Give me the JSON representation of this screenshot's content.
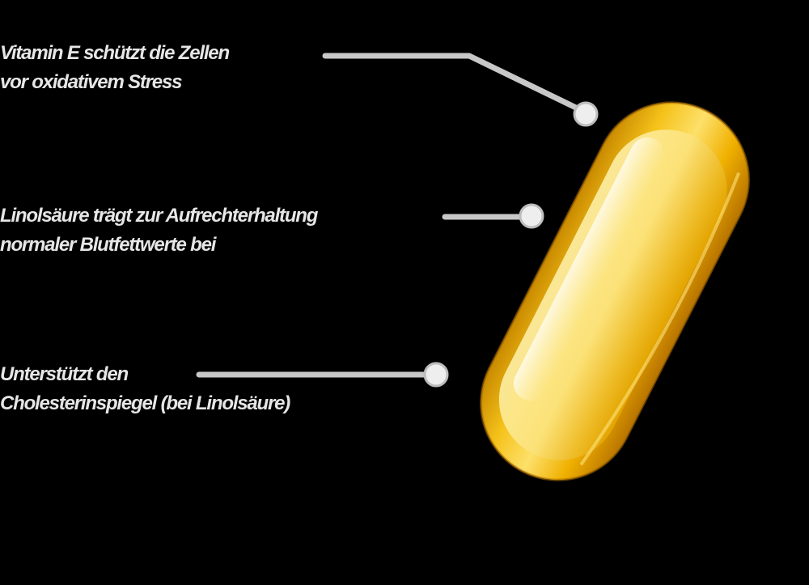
{
  "callouts": [
    {
      "line1": "Vitamin E schützt die Zellen",
      "line2": "vor oxidativem Stress"
    },
    {
      "line1": "Linolsäure trägt zur Aufrechterhaltung",
      "line2": "normaler Blutfettwerte bei"
    },
    {
      "line1": "Unterstützt den",
      "line2": "Cholesterinspiegel (bei Linolsäure)"
    }
  ],
  "colors": {
    "background": "#000000",
    "text": "#e6e6e6",
    "connector": "#c8c8c8",
    "dot_fill": "#eeeeee",
    "capsule": "#f0b400"
  },
  "image": {
    "subject": "softgel-capsule",
    "description": "golden oil softgel capsule"
  }
}
